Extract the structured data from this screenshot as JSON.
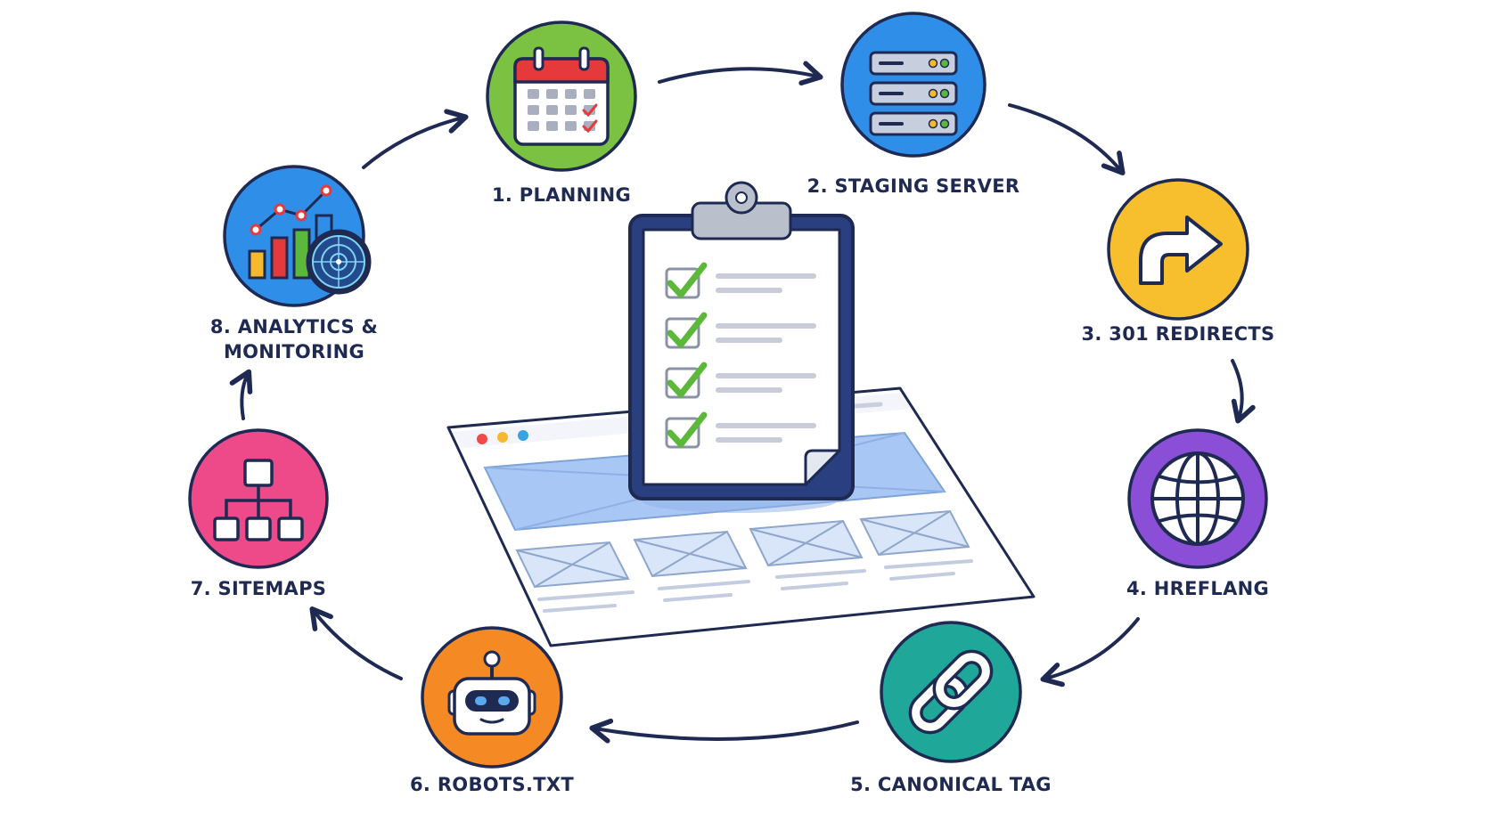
{
  "steps": [
    {
      "label": "1. PLANNING",
      "color": "#7cc242",
      "icon": "calendar-icon"
    },
    {
      "label": "2. STAGING SERVER",
      "color": "#2f8fe8",
      "icon": "server-icon"
    },
    {
      "label": "3. 301 REDIRECTS",
      "color": "#f7bf2e",
      "icon": "redirect-arrow-icon"
    },
    {
      "label": "4. HREFLANG",
      "color": "#8a4fd6",
      "icon": "globe-icon"
    },
    {
      "label": "5. CANONICAL TAG",
      "color": "#1fa899",
      "icon": "chain-link-icon"
    },
    {
      "label": "6. ROBOTS.TXT",
      "color": "#f58a24",
      "icon": "robot-icon"
    },
    {
      "label": "7. SITEMAPS",
      "color": "#ee4a8a",
      "icon": "sitemap-icon"
    },
    {
      "label_line1": "8. ANALYTICS &",
      "label_line2": "MONITORING",
      "color": "#2f8fe8",
      "icon": "analytics-chart-icon"
    }
  ],
  "colors": {
    "outline": "#1f2a52",
    "arrow": "#1f2a52",
    "check": "#5cb83a"
  }
}
